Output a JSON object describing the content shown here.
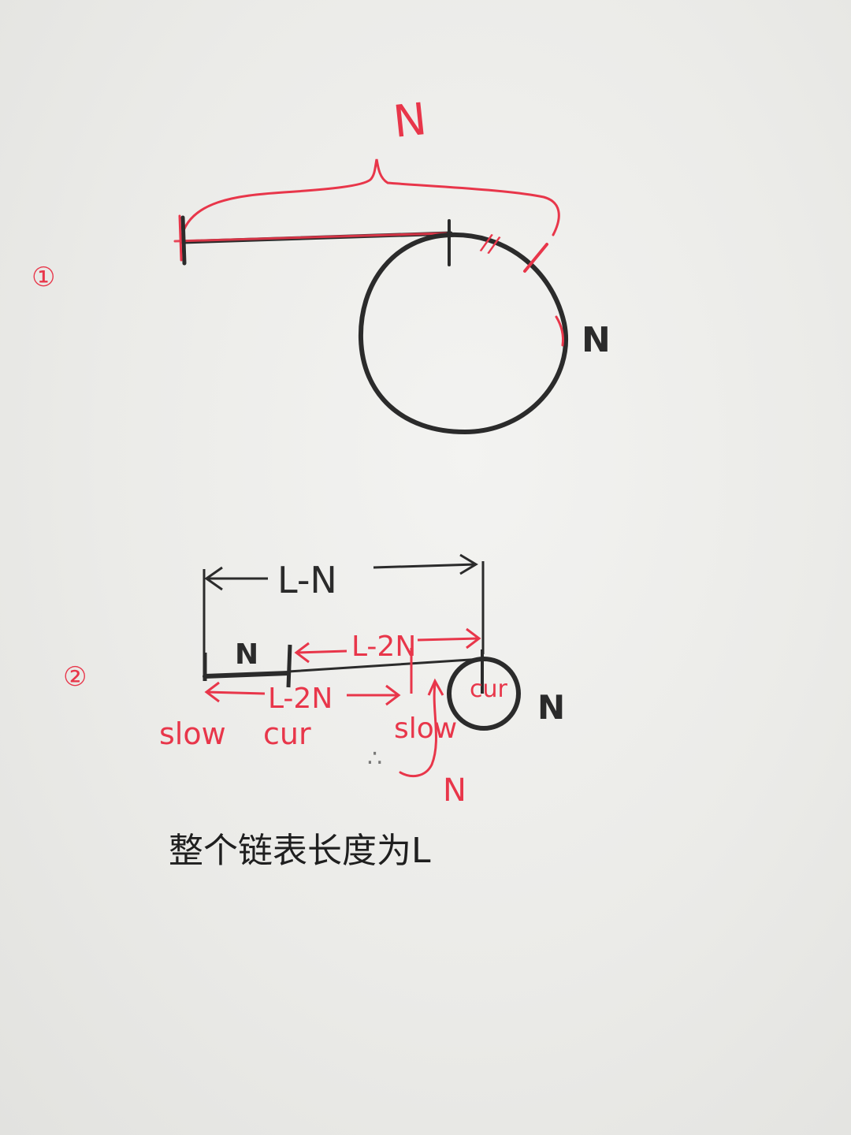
{
  "colors": {
    "ink_black": "#2b2b2b",
    "ink_red": "#e8364a",
    "paper": "#ecece9"
  },
  "diagram1": {
    "marker": "①",
    "top_label": "N",
    "cycle_label": "N",
    "tick_marks": "//"
  },
  "diagram2": {
    "marker": "②",
    "top_span_label": "L-N",
    "first_segment_label": "N",
    "second_segment_label": "L-2N",
    "lower_span_label": "L-2N",
    "slow_start_label": "slow",
    "cur_start_label": "cur",
    "slow_meet_label": "slow",
    "cur_in_cycle_label": "cur",
    "cycle_label": "N",
    "arc_label": "N",
    "dots": "∴"
  },
  "caption": "整个链表长度为L"
}
